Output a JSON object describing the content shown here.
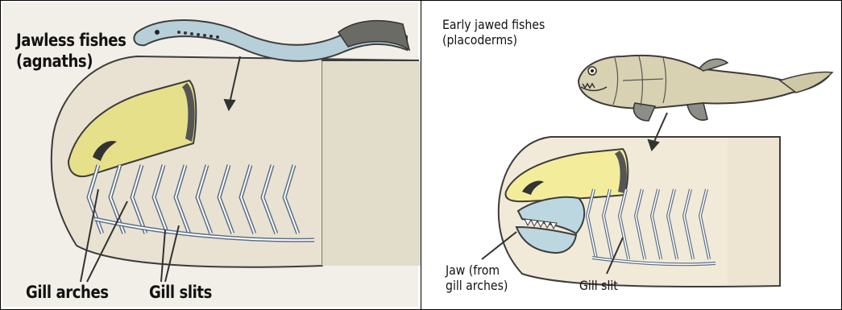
{
  "left_panel": {
    "title_line1": "Jawless fishes",
    "title_line2": "(agnaths)",
    "label_gill_arches": "Gill arches",
    "label_gill_slits": "Gill slits"
  },
  "right_panel": {
    "title_line1": "Early jawed fishes",
    "title_line2": "(placoderms)",
    "label_jaw_line1": "Jaw (from",
    "label_jaw_line2": "gill arches)",
    "label_gill_slit": "Gill slit"
  },
  "colors": {
    "head_fill": "#e9e2d2",
    "cranium_yellow": "#e6e08a",
    "jaw_blue": "#bcd7e0",
    "eel_blue": "#b7cfd9",
    "placoderm_beige": "#d8d2b2",
    "outline": "#3c3c3c"
  }
}
